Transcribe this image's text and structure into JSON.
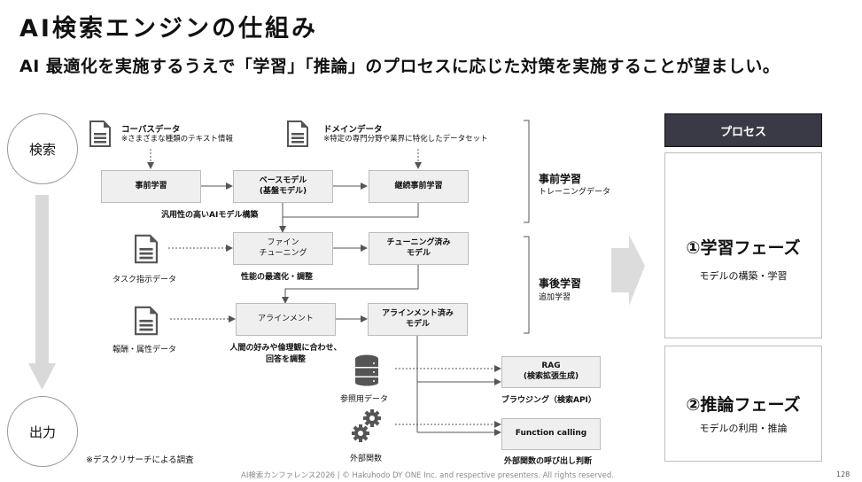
{
  "header": {
    "title": "AI検索エンジンの仕組み",
    "subtitle": "AI 最適化を実施するうえで「学習」「推論」のプロセスに応じた対策を実施することが望ましい。"
  },
  "flow": {
    "start_label": "検索",
    "end_label": "出力"
  },
  "data_sources": {
    "corpus": {
      "title": "コーパスデータ",
      "note": "※さまざまな種類のテキスト情報",
      "icon": "document-icon"
    },
    "domain": {
      "title": "ドメインデータ",
      "note": "※特定の専門分野や業界に特化したデータセット",
      "icon": "document-icon"
    },
    "task": {
      "label": "タスク指示データ",
      "icon": "document-icon"
    },
    "reward": {
      "label": "報酬・属性データ",
      "icon": "document-icon"
    },
    "reference": {
      "label": "参照用データ",
      "icon": "database-icon"
    },
    "external": {
      "label": "外部関数",
      "icon": "gears-icon"
    }
  },
  "nodes": {
    "pretraining": "事前学習",
    "base_model": "ベースモデル\n(基盤モデル)",
    "continued_pretraining": "継続事前学習",
    "fine_tuning": "ファイン\nチューニング",
    "tuned_model": "チューニング済み\nモデル",
    "alignment": "アラインメント",
    "aligned_model": "アラインメント済み\nモデル",
    "rag": "RAG\n(検索拡張生成)",
    "function_calling": "Function calling"
  },
  "captions": {
    "base_model": "汎用性の高いAIモデル構築",
    "fine_tuning": "性能の最適化・調整",
    "alignment": "人間の好みや倫理観に合わせ、\n回答を調整",
    "rag": "ブラウジング（検索API）",
    "function_calling": "外部関数の呼び出し判断"
  },
  "stages": [
    {
      "title": "事前学習",
      "subtitle": "トレーニングデータ"
    },
    {
      "title": "事後学習",
      "subtitle": "追加学習"
    }
  ],
  "process": {
    "header": "プロセス",
    "phases": [
      {
        "title": "①学習フェーズ",
        "subtitle": "モデルの構築・学習"
      },
      {
        "title": "②推論フェーズ",
        "subtitle": "モデルの利用・推論"
      }
    ]
  },
  "note": "※デスクリサーチによる調査",
  "footer": "AI検索カンファレンス2026 | © Hakuhodo DY ONE Inc. and respective presenters. All rights reserved.",
  "page_number": "128",
  "colors": {
    "process_header_bg": "#3a3a46",
    "node_bg": "#efefef",
    "arrow_gray": "#d9d9d9",
    "line": "#444444"
  }
}
